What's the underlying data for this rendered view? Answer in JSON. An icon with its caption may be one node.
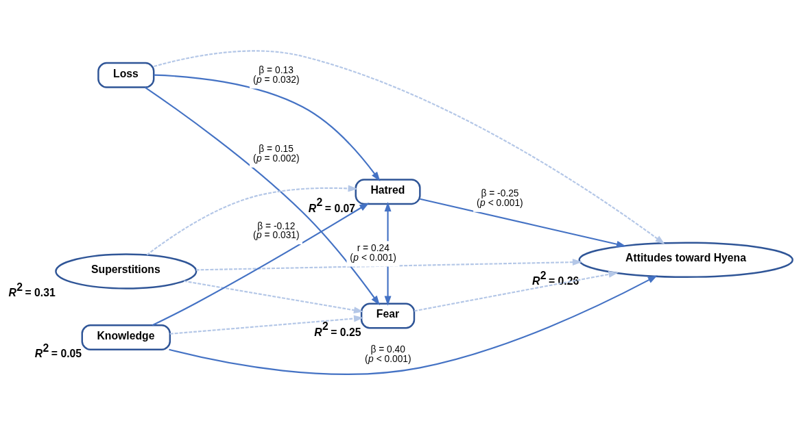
{
  "diagram": {
    "nodes": [
      {
        "text": [
          "Loss"
        ]
      },
      {
        "text": [
          "Superstitions"
        ],
        "beside": [
          "*R*$^{2}$ = 0.31"
        ]
      },
      {
        "text": [
          "Hatred"
        ],
        "beside": [
          "*R*$^{2}$ = 0.07"
        ]
      },
      {
        "text": [
          "Fear"
        ],
        "beside": [
          "*R*$^{2}$ = 0.25"
        ]
      },
      {
        "text": [
          "Attitudes toward Hyena"
        ],
        "beside": [
          "*R*$^{2}$ = 0.26"
        ]
      },
      {
        "text": [
          "Knowledge"
        ],
        "beside": [
          "*R*$^{2}$ = 0.05"
        ]
      }
    ],
    "edges": [
      {
        "from": 0,
        "to": 4,
        "arrow": "to",
        "style": "dashed",
        "color": "#b4c7e7"
      },
      {
        "from": 0,
        "to": 2,
        "arrow": "to",
        "label": "β = 0.13 (*p* = 0.032)",
        "color": "#4472c4"
      },
      {
        "from": 0,
        "to": 3,
        "arrow": "to",
        "label": "β = 0.15 (*p* = 0.002)",
        "color": "#4472c4"
      },
      {
        "from": 1,
        "to": 2,
        "arrow": "to",
        "style": "dashed",
        "color": "#b4c7e7"
      },
      {
        "from": 1,
        "to": 4,
        "arrow": "to",
        "style": "dashed",
        "color": "#b4c7e7"
      },
      {
        "from": 1,
        "to": 3,
        "arrow": "to",
        "style": "dashed",
        "color": "#b4c7e7"
      },
      {
        "from": 2,
        "to": 3,
        "arrow": "both",
        "label": "r = 0.24 (*p* < 0.001)",
        "color": "#4472c4"
      },
      {
        "from": 2,
        "to": 4,
        "arrow": "to",
        "label": "β = -0.25 (*p* < 0.001)",
        "color": "#4472c4"
      },
      {
        "from": 3,
        "to": 4,
        "arrow": "to",
        "style": "dashed",
        "color": "#b4c7e7"
      },
      {
        "from": 5,
        "to": 2,
        "arrow": "to",
        "label": "β = -0.12 (*p* = 0.031)",
        "color": "#4472c4"
      },
      {
        "from": 5,
        "to": 3,
        "arrow": "to",
        "style": "dashed",
        "color": "#b4c7e7"
      },
      {
        "from": 5,
        "to": 4,
        "arrow": "to",
        "label": "β = 0.40 (*p* < 0.001)",
        "color": "#4472c4"
      }
    ]
  }
}
